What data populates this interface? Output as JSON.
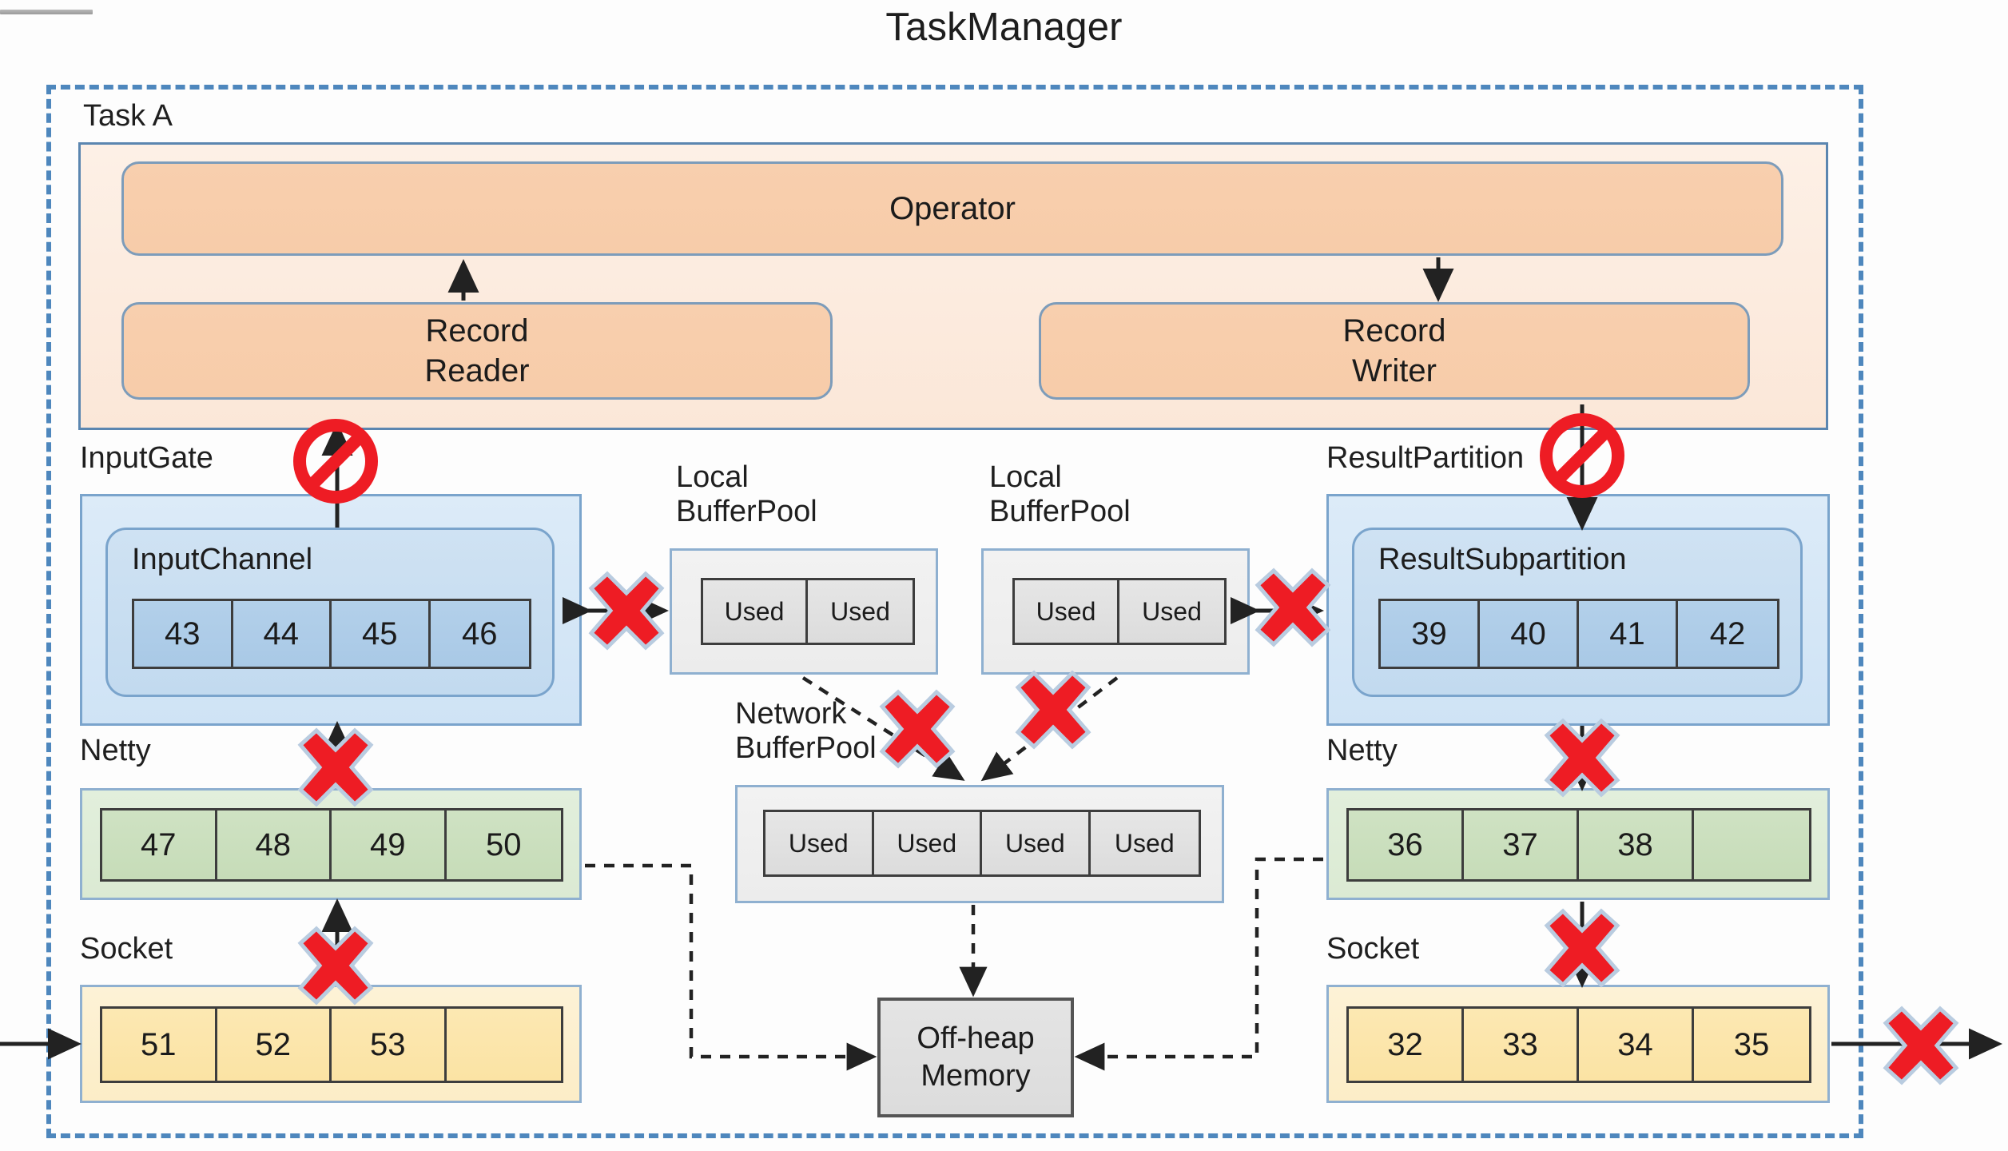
{
  "title": "TaskManager",
  "task": {
    "label": "Task A"
  },
  "operator": {
    "label": "Operator"
  },
  "record_reader": {
    "label": "Record\nReader"
  },
  "record_writer": {
    "label": "Record\nWriter"
  },
  "input_gate": {
    "label": "InputGate",
    "channel_label": "InputChannel",
    "buffers": [
      "43",
      "44",
      "45",
      "46"
    ]
  },
  "result_partition": {
    "label": "ResultPartition",
    "subpartition_label": "ResultSubpartition",
    "buffers": [
      "39",
      "40",
      "41",
      "42"
    ]
  },
  "left_netty": {
    "label": "Netty",
    "buffers": [
      "47",
      "48",
      "49",
      "50",
      ""
    ]
  },
  "left_socket": {
    "label": "Socket",
    "buffers": [
      "51",
      "52",
      "53",
      ""
    ]
  },
  "right_netty": {
    "label": "Netty",
    "buffers": [
      "36",
      "37",
      "38",
      ""
    ]
  },
  "right_socket": {
    "label": "Socket",
    "buffers": [
      "32",
      "33",
      "34",
      "35"
    ]
  },
  "local_pool_left": {
    "label": "Local\nBufferPool",
    "slots": [
      "Used",
      "Used"
    ]
  },
  "local_pool_right": {
    "label": "Local\nBufferPool",
    "slots": [
      "Used",
      "Used"
    ]
  },
  "network_pool": {
    "label": "Network\nBufferPool",
    "slots": [
      "Used",
      "Used",
      "Used",
      "Used"
    ]
  },
  "off_heap": {
    "label": "Off-heap\nMemory"
  },
  "colors": {
    "dashed_border": "#4e87bd",
    "orange_fill": "#f8cfae",
    "blue_fill": "#cfe2f3",
    "green_fill": "#cfe2c3",
    "yellow_fill": "#fce8b2",
    "gray_fill": "#e6e6e6",
    "block_red": "#ee1c24",
    "arrow_black": "#222222"
  },
  "markers": {
    "blocked_count": 11,
    "noentry_count": 2
  }
}
